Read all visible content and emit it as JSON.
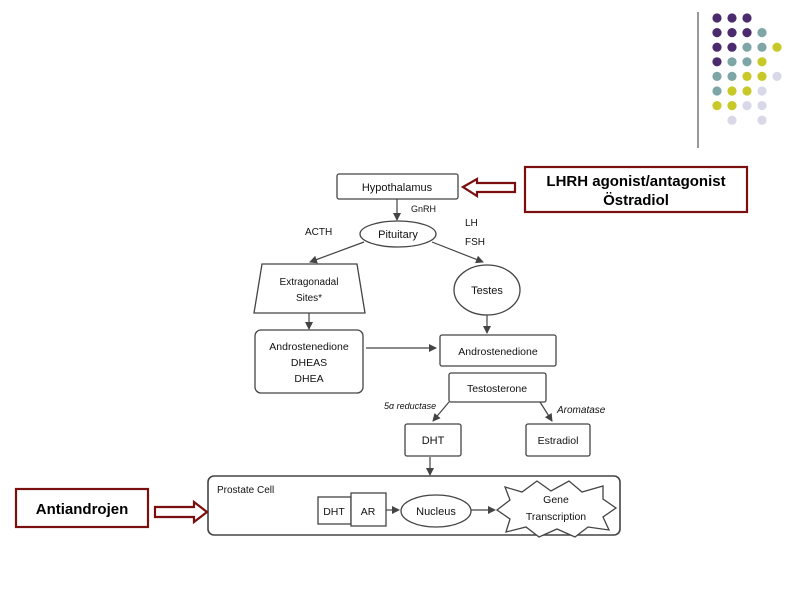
{
  "nodes": {
    "hypothalamus": "Hypothalamus",
    "pituitary": "Pituitary",
    "extragonadal_line1": "Extragonadal",
    "extragonadal_line2": "Sites*",
    "testes": "Testes",
    "adrenal_line1": "Androstenedione",
    "adrenal_line2": "DHEAS",
    "adrenal_line3": "DHEA",
    "androstenedione": "Androstenedione",
    "testosterone": "Testosterone",
    "dht": "DHT",
    "estradiol": "Estradiol",
    "prostate_cell": "Prostate Cell",
    "dht_inner": "DHT",
    "ar": "AR",
    "nucleus": "Nucleus",
    "gene_line1": "Gene",
    "gene_line2": "Transcription"
  },
  "edge_labels": {
    "gnrh": "GnRH",
    "acth": "ACTH",
    "lh": "LH",
    "fsh": "FSH",
    "reductase": "5α reductase",
    "aromatase": "Aromatase"
  },
  "callouts": {
    "lhrh_line1": "LHRH agonist/antagonist",
    "lhrh_line2": "Östradiol",
    "antiandrogen": "Antiandrojen"
  },
  "colors": {
    "callout_border": "#7a0f0f",
    "dot_purple": "#4b2a6e",
    "dot_teal": "#7fa6a6",
    "dot_yellow": "#c8c828",
    "dot_lavender": "#d8d8e8"
  }
}
